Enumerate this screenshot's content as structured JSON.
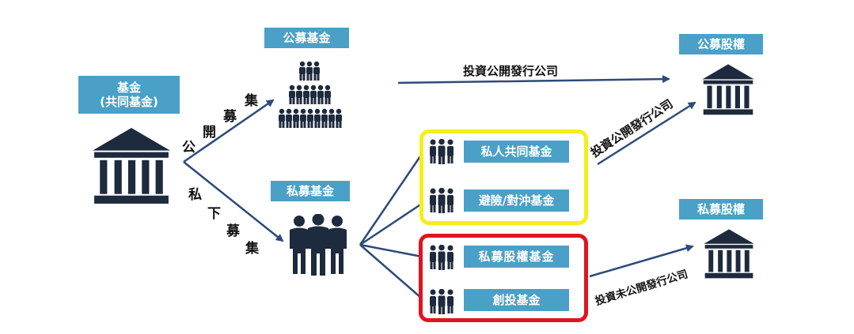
{
  "nodes": {
    "fund": {
      "line1": "基金",
      "line2": "(共同基金)"
    },
    "public_fund": "公募基金",
    "private_fund": "私募基金",
    "public_equity": "公募股權",
    "private_equity_target": "私募股權"
  },
  "edge_labels": {
    "public_raise": [
      "公",
      "開",
      "募",
      "集"
    ],
    "private_raise": [
      "私",
      "下",
      "募",
      "集"
    ],
    "invest_public_top": "投資公開發行公司",
    "invest_public_diag": "投資公開發行公司",
    "invest_unlisted": "投資未公開發行公司"
  },
  "categories": {
    "mutual_fund": "私人共同基金",
    "hedge_fund": "避險/對沖基金",
    "private_equity_fund": "私募股權基金",
    "venture_fund": "創投基金"
  },
  "colors": {
    "arrow": "#2c4a7a",
    "icon": "#1e2a3d",
    "label_bg": "#4aa0c6",
    "yellow_border": "#f5ee1a",
    "red_border": "#e0141e"
  },
  "icons": [
    "bank-icon",
    "crowd-icon",
    "group-of-three-icon"
  ]
}
